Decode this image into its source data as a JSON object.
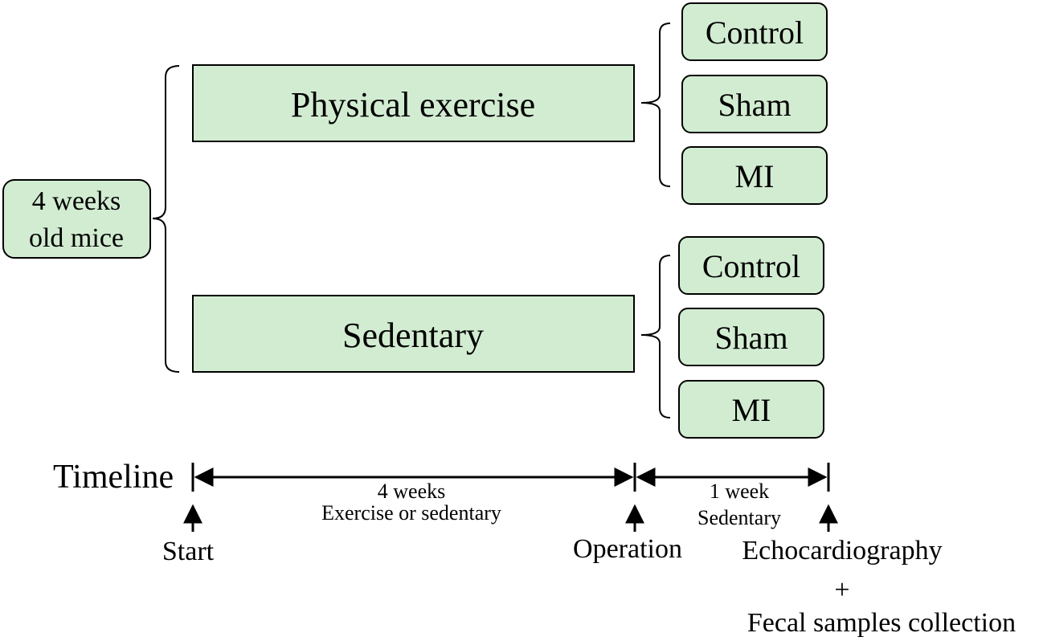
{
  "colors": {
    "box_fill": "#d2ecd1",
    "stroke": "#000000"
  },
  "origin": {
    "line1": "4 weeks",
    "line2": "old mice"
  },
  "groups": {
    "exercise": "Physical exercise",
    "sedentary": "Sedentary"
  },
  "exercise_subgroups": [
    "Control",
    "Sham",
    "MI"
  ],
  "sedentary_subgroups": [
    "Control",
    "Sham",
    "MI"
  ],
  "timeline": {
    "label": "Timeline",
    "period1_line1": "4 weeks",
    "period1_line2": "Exercise or sedentary",
    "period2_line1": "1 week",
    "period2_line2": "Sedentary",
    "start": "Start",
    "operation": "Operation",
    "echo": "Echocardiography",
    "plus": "+",
    "fecal": "Fecal samples collection"
  }
}
